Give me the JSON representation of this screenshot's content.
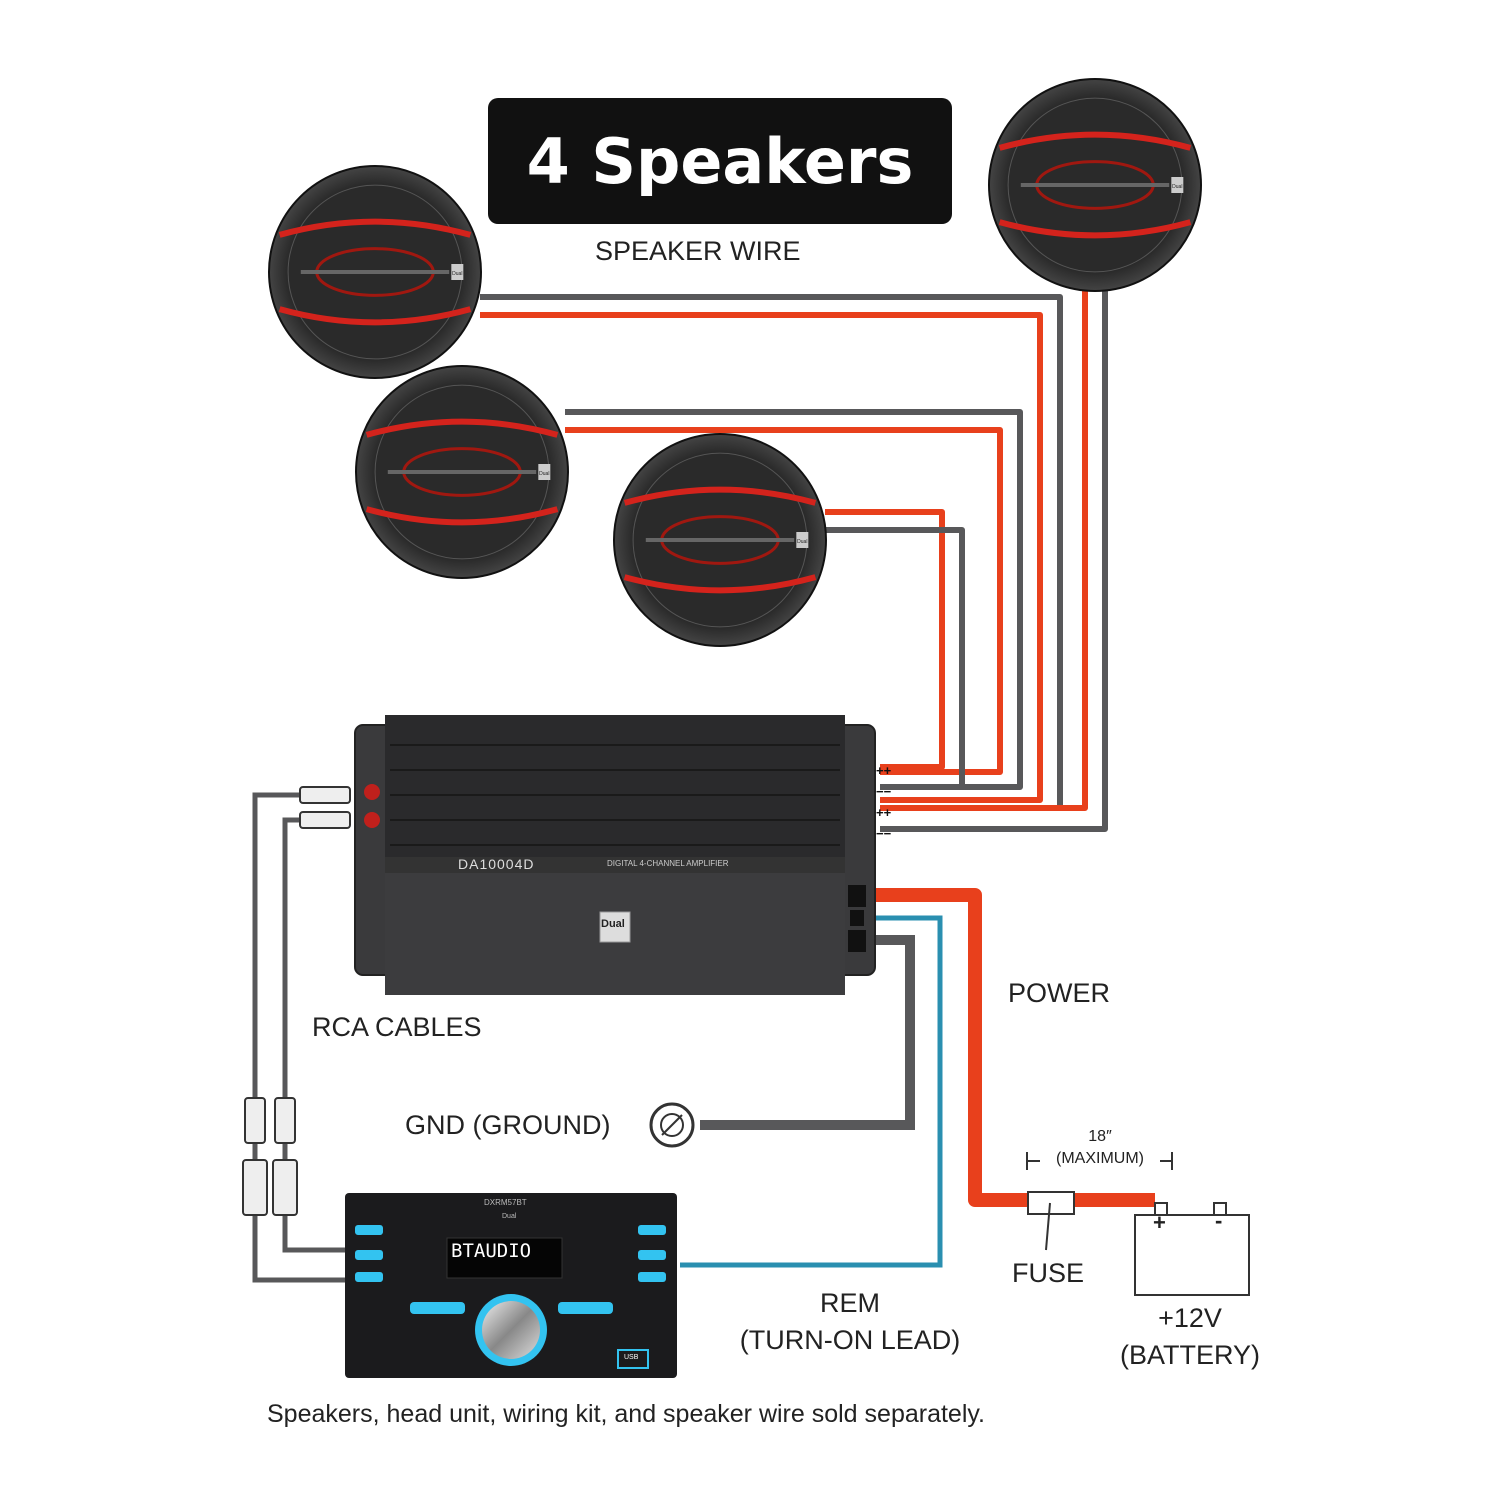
{
  "title": "4 Speakers",
  "labels": {
    "speaker_wire": "SPEAKER WIRE",
    "rca_cables": "RCA CABLES",
    "power": "POWER",
    "ground": "GND (GROUND)",
    "rem_line1": "REM",
    "rem_line2": "(TURN-ON LEAD)",
    "fuse": "FUSE",
    "distance_value": "18″",
    "distance_note": "(MAXIMUM)",
    "battery_line1": "+12V",
    "battery_line2": "(BATTERY)",
    "battery_plus": "+",
    "battery_minus": "-",
    "footnote": "Speakers, head unit, wiring kit, and speaker wire sold separately."
  },
  "amplifier": {
    "model": "DA10004D",
    "description": "DIGITAL 4-CHANNEL AMPLIFIER",
    "brand": "Dual",
    "terminals": [
      "++",
      "−−",
      "++",
      "−−"
    ]
  },
  "head_unit": {
    "model": "DXRM57BT",
    "display_text": "BTAUDIO",
    "brand": "Dual",
    "usb_label": "USB"
  },
  "speakers": [
    {
      "brand": "Dual"
    },
    {
      "brand": "Dual"
    },
    {
      "brand": "Dual"
    },
    {
      "brand": "Dual"
    }
  ],
  "colors": {
    "speaker_positive_wire": "#e8401c",
    "speaker_negative_wire": "#58585a",
    "power_wire": "#e8401c",
    "remote_wire": "#2a8fb0",
    "ground_wire": "#58585a",
    "speaker_accent": "#d4231c",
    "head_unit_accent": "#33c3f0"
  }
}
